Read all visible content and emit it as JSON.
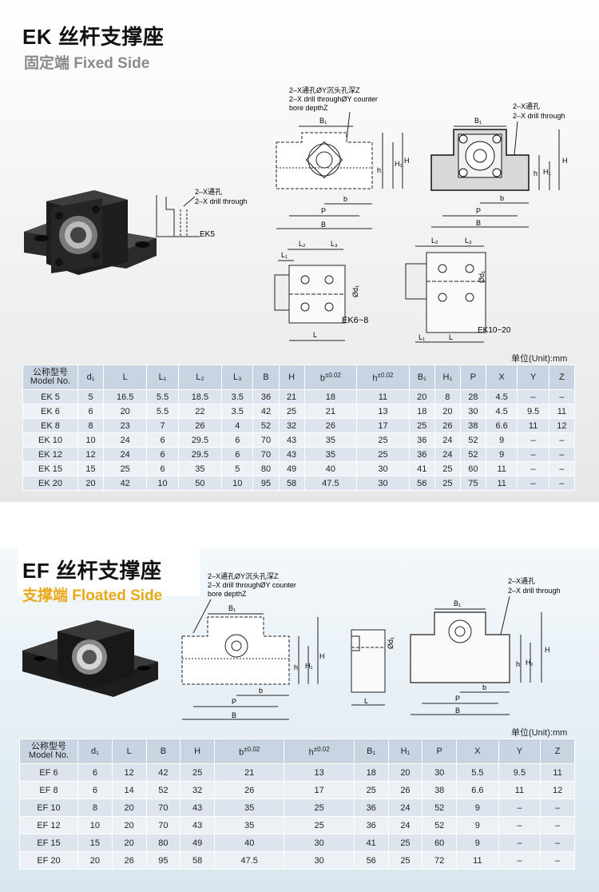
{
  "ek": {
    "title": "EK 丝杆支撑座",
    "subtitle": "固定端 Fixed Side",
    "callout1": "2–X通孔ØY沉头孔深Z",
    "callout2": "2–X drill throughØY counter",
    "callout3": "bore depthZ",
    "drill_cn": "2–X通孔",
    "drill_en": "2–X drill through",
    "ek5": "EK5",
    "ek68": "EK6~8",
    "ek1020": "EK10~20",
    "unit": "单位(Unit):mm",
    "header_cn": "公称型号",
    "header_en": "Model No.",
    "columns": [
      "d₁",
      "L",
      "L₁",
      "L₂",
      "L₃",
      "B",
      "H",
      "b",
      "h",
      "B₁",
      "H₁",
      "P",
      "X",
      "Y",
      "Z"
    ],
    "tol": "±0.02",
    "rows": [
      [
        "EK  5",
        "5",
        "16.5",
        "5.5",
        "18.5",
        "3.5",
        "36",
        "21",
        "18",
        "11",
        "20",
        "8",
        "28",
        "4.5",
        "–",
        "–"
      ],
      [
        "EK  6",
        "6",
        "20",
        "5.5",
        "22",
        "3.5",
        "42",
        "25",
        "21",
        "13",
        "18",
        "20",
        "30",
        "4.5",
        "9.5",
        "11"
      ],
      [
        "EK  8",
        "8",
        "23",
        "7",
        "26",
        "4",
        "52",
        "32",
        "26",
        "17",
        "25",
        "26",
        "38",
        "6.6",
        "11",
        "12"
      ],
      [
        "EK 10",
        "10",
        "24",
        "6",
        "29.5",
        "6",
        "70",
        "43",
        "35",
        "25",
        "36",
        "24",
        "52",
        "9",
        "–",
        "–"
      ],
      [
        "EK 12",
        "12",
        "24",
        "6",
        "29.5",
        "6",
        "70",
        "43",
        "35",
        "25",
        "36",
        "24",
        "52",
        "9",
        "–",
        "–"
      ],
      [
        "EK 15",
        "15",
        "25",
        "6",
        "35",
        "5",
        "80",
        "49",
        "40",
        "30",
        "41",
        "25",
        "60",
        "11",
        "–",
        "–"
      ],
      [
        "EK 20",
        "20",
        "42",
        "10",
        "50",
        "10",
        "95",
        "58",
        "47.5",
        "30",
        "56",
        "25",
        "75",
        "11",
        "–",
        "–"
      ]
    ]
  },
  "ef": {
    "title": "EF 丝杆支撑座",
    "subtitle": "支撑端 Floated Side",
    "callout1": "2–X通孔ØY沉头孔深Z",
    "callout2": "2–X drill throughØY counter",
    "callout3": "bore depthZ",
    "drill_cn": "2–X通孔",
    "drill_en": "2–X drill through",
    "unit": "单位(Unit):mm",
    "header_cn": "公称型号",
    "header_en": "Model No.",
    "columns": [
      "d₁",
      "L",
      "B",
      "H",
      "b",
      "h",
      "B₁",
      "H₁",
      "P",
      "X",
      "Y",
      "Z"
    ],
    "tol": "±0.02",
    "rows": [
      [
        "EF  6",
        "6",
        "12",
        "42",
        "25",
        "21",
        "13",
        "18",
        "20",
        "30",
        "5.5",
        "9.5",
        "11"
      ],
      [
        "EF  8",
        "6",
        "14",
        "52",
        "32",
        "26",
        "17",
        "25",
        "26",
        "38",
        "6.6",
        "11",
        "12"
      ],
      [
        "EF 10",
        "8",
        "20",
        "70",
        "43",
        "35",
        "25",
        "36",
        "24",
        "52",
        "9",
        "–",
        "–"
      ],
      [
        "EF 12",
        "10",
        "20",
        "70",
        "43",
        "35",
        "25",
        "36",
        "24",
        "52",
        "9",
        "–",
        "–"
      ],
      [
        "EF 15",
        "15",
        "20",
        "80",
        "49",
        "40",
        "30",
        "41",
        "25",
        "60",
        "9",
        "–",
        "–"
      ],
      [
        "EF 20",
        "20",
        "26",
        "95",
        "58",
        "47.5",
        "30",
        "56",
        "25",
        "72",
        "11",
        "–",
        "–"
      ]
    ]
  },
  "dims": {
    "B1": "B₁",
    "P": "P",
    "B": "B",
    "b": "b",
    "h": "h",
    "H1": "H₁",
    "H": "H",
    "L": "L",
    "L1": "L₁",
    "L2": "L₂",
    "L3": "L₃",
    "d1": "Ød₁"
  }
}
